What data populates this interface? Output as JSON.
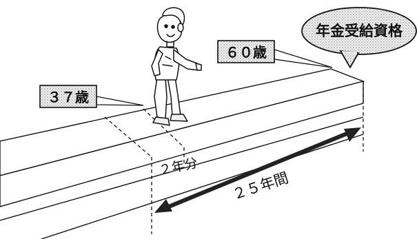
{
  "diagram": {
    "pension_bubble": "年金受給資格",
    "age_60": "６０歳",
    "age_37": "３７歳",
    "two_years": "２年分",
    "twentyfive_years": "２５年間"
  },
  "colors": {
    "stroke": "#111111",
    "callout_fill": "#e8e8e8",
    "arrow": "#222222"
  }
}
